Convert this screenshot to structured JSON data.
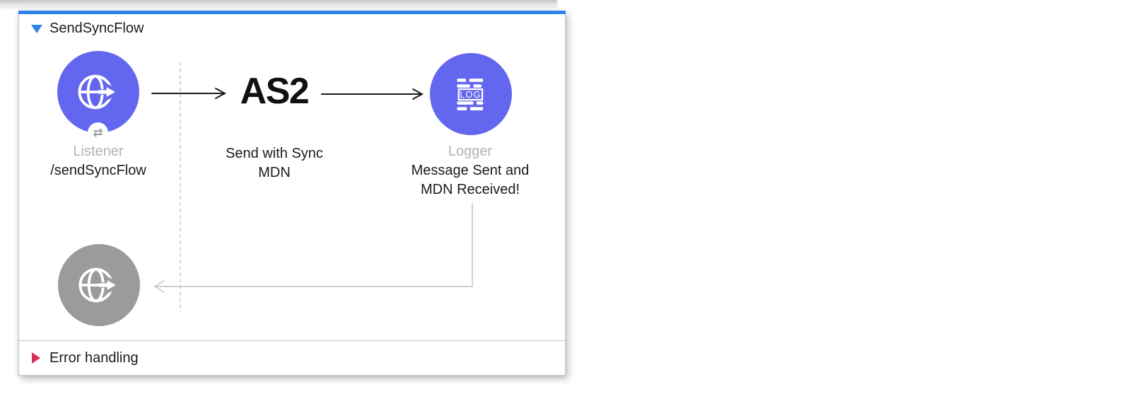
{
  "colors": {
    "accent_blue": "#2e82e9",
    "node_purple": "#6366ee",
    "node_gray": "#9b9b9b",
    "error_red": "#d63052",
    "connector_gray": "#c2c2c2",
    "label_gray": "#b3b3b3",
    "border_gray": "#c6c6c6",
    "arrow_black": "#1a1a1a"
  },
  "flow": {
    "title": "SendSyncFlow",
    "error_handling": {
      "label": "Error handling"
    },
    "nodes": {
      "listener": {
        "type_label": "Listener",
        "caption": "/sendSyncFlow",
        "icon": "globe-arrow-icon",
        "badge_glyph": "⇄"
      },
      "as2_send": {
        "logo_text": "AS2",
        "caption_lines": [
          "Send with Sync",
          "MDN"
        ]
      },
      "logger": {
        "type_label": "Logger",
        "icon_text": "LOG",
        "caption_lines": [
          "Message Sent and",
          "MDN Received!"
        ]
      },
      "listener_response": {
        "icon": "globe-arrow-icon"
      }
    }
  }
}
